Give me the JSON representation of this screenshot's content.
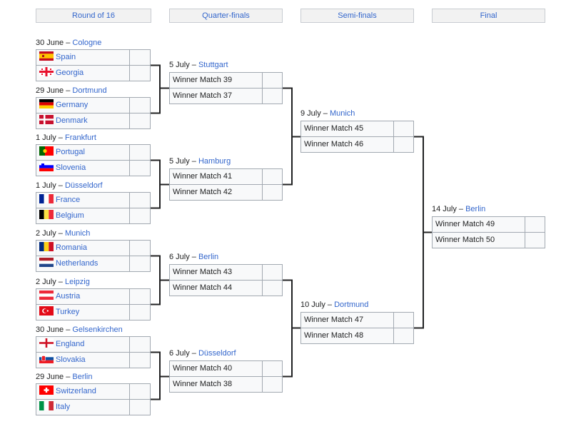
{
  "rounds": [
    "Round of 16",
    "Quarter-finals",
    "Semi-finals",
    "Final"
  ],
  "r16": [
    {
      "date": "30 June –",
      "venue": "Cologne",
      "teams": [
        {
          "name": "Spain",
          "flag": "es"
        },
        {
          "name": "Georgia",
          "flag": "ge"
        }
      ]
    },
    {
      "date": "29 June –",
      "venue": "Dortmund",
      "teams": [
        {
          "name": "Germany",
          "flag": "de"
        },
        {
          "name": "Denmark",
          "flag": "dk"
        }
      ]
    },
    {
      "date": "1 July –",
      "venue": "Frankfurt",
      "teams": [
        {
          "name": "Portugal",
          "flag": "pt"
        },
        {
          "name": "Slovenia",
          "flag": "si"
        }
      ]
    },
    {
      "date": "1 July –",
      "venue": "Düsseldorf",
      "teams": [
        {
          "name": "France",
          "flag": "fr"
        },
        {
          "name": "Belgium",
          "flag": "be"
        }
      ]
    },
    {
      "date": "2 July –",
      "venue": "Munich",
      "teams": [
        {
          "name": "Romania",
          "flag": "ro"
        },
        {
          "name": "Netherlands",
          "flag": "nl"
        }
      ]
    },
    {
      "date": "2 July –",
      "venue": "Leipzig",
      "teams": [
        {
          "name": "Austria",
          "flag": "at"
        },
        {
          "name": "Turkey",
          "flag": "tr"
        }
      ]
    },
    {
      "date": "30 June –",
      "venue": "Gelsenkirchen",
      "teams": [
        {
          "name": "England",
          "flag": "en"
        },
        {
          "name": "Slovakia",
          "flag": "sk"
        }
      ]
    },
    {
      "date": "29 June –",
      "venue": "Berlin",
      "teams": [
        {
          "name": "Switzerland",
          "flag": "ch"
        },
        {
          "name": "Italy",
          "flag": "it"
        }
      ]
    }
  ],
  "qf": [
    {
      "date": "5 July –",
      "venue": "Stuttgart",
      "teams": [
        {
          "name": "Winner Match 39"
        },
        {
          "name": "Winner Match 37"
        }
      ]
    },
    {
      "date": "5 July –",
      "venue": "Hamburg",
      "teams": [
        {
          "name": "Winner Match 41"
        },
        {
          "name": "Winner Match 42"
        }
      ]
    },
    {
      "date": "6 July –",
      "venue": "Berlin",
      "teams": [
        {
          "name": "Winner Match 43"
        },
        {
          "name": "Winner Match 44"
        }
      ]
    },
    {
      "date": "6 July –",
      "venue": "Düsseldorf",
      "teams": [
        {
          "name": "Winner Match 40"
        },
        {
          "name": "Winner Match 38"
        }
      ]
    }
  ],
  "sf": [
    {
      "date": "9 July –",
      "venue": "Munich",
      "teams": [
        {
          "name": "Winner Match 45"
        },
        {
          "name": "Winner Match 46"
        }
      ]
    },
    {
      "date": "10 July –",
      "venue": "Dortmund",
      "teams": [
        {
          "name": "Winner Match 47"
        },
        {
          "name": "Winner Match 48"
        }
      ]
    }
  ],
  "final": [
    {
      "date": "14 July –",
      "venue": "Berlin",
      "teams": [
        {
          "name": "Winner Match 49"
        },
        {
          "name": "Winner Match 50"
        }
      ]
    }
  ],
  "colors": {
    "link": "#3366cc",
    "cell_bg": "#f8f9fa",
    "cell_border": "#a2a9b1",
    "header_bg": "#f2f2f2",
    "line": "#202122"
  }
}
